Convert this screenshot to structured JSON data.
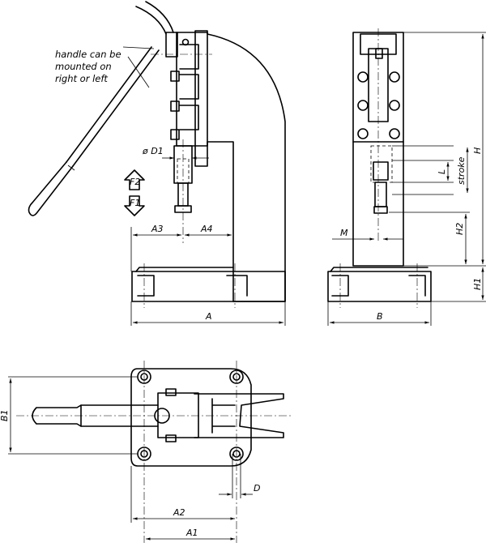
{
  "labels": {
    "phi_d1": "ø D1",
    "f2": "F2",
    "f1": "F1",
    "a3": "A3",
    "a4": "A4",
    "a": "A",
    "m": "M",
    "b": "B",
    "l": "L",
    "stroke": "stroke",
    "h": "H",
    "h2": "H2",
    "h1": "H1",
    "b1": "B1",
    "d": "D",
    "a2": "A2",
    "a1": "A1"
  },
  "note": {
    "line1": "handle can be",
    "line2": "mounted on",
    "line3": "right or left"
  }
}
